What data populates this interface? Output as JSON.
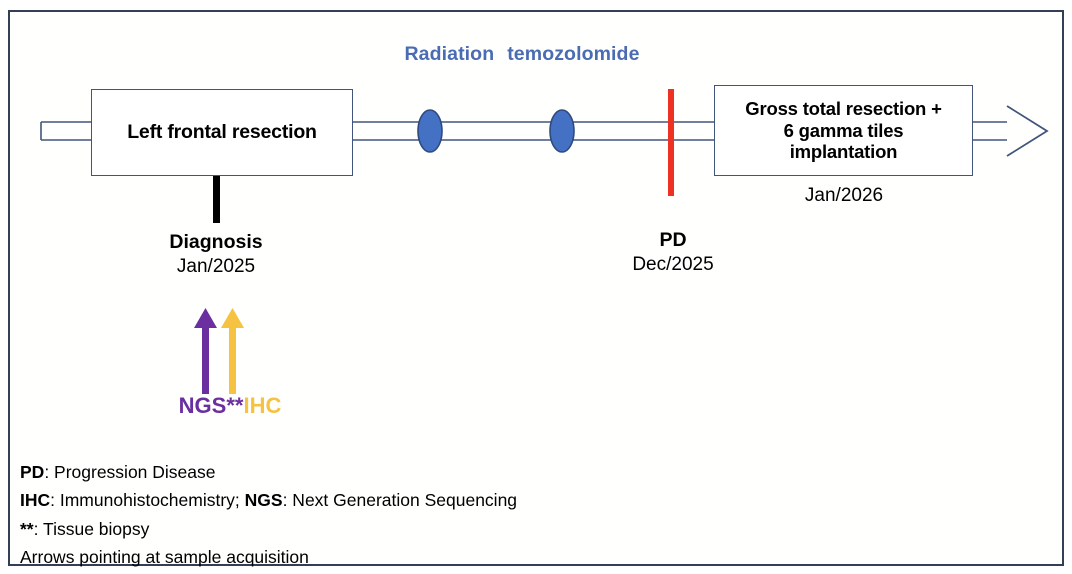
{
  "figure": {
    "type": "clinical-treatment-timeline",
    "colors": {
      "timeline_stroke": "#41557c",
      "box_border": "#41557c",
      "ellipse_fill": "#4571c4",
      "ellipse_stroke": "#2e4a80",
      "pd_marker": "#ef3124",
      "diagnosis_marker": "#000000",
      "therapy_text": "#4a6cb3",
      "ngs_color": "#6b2fa0",
      "ihc_color": "#f5c242",
      "frame": "#333f57"
    }
  },
  "therapy": {
    "radiation": "Radiation",
    "temozolomide": "temozolomide"
  },
  "events": [
    {
      "id": "left-frontal-resection",
      "label": "Left frontal resection",
      "marker_label": "Diagnosis",
      "marker_date": "Jan/2025"
    },
    {
      "id": "progression-disease",
      "marker_label": "PD",
      "marker_date": "Dec/2025"
    },
    {
      "id": "gross-total-resection",
      "label_line_1": "Gross total resection +",
      "label_line_2": "6 gamma tiles",
      "label_line_3": "implantation",
      "marker_date": "Jan/2026"
    }
  ],
  "sample_acquisition": {
    "ngs_label": "NGS**",
    "ihc_label": "IHC"
  },
  "legend": {
    "line1_term": "PD",
    "line1_text": ": Progression Disease",
    "line2_term_a": "IHC",
    "line2_text_a": ": Immunohistochemistry; ",
    "line2_term_b": "NGS",
    "line2_text_b": ": Next Generation Sequencing",
    "line3_term": "**",
    "line3_text": ": Tissue biopsy",
    "line4_text": "Arrows pointing at sample acquisition"
  }
}
